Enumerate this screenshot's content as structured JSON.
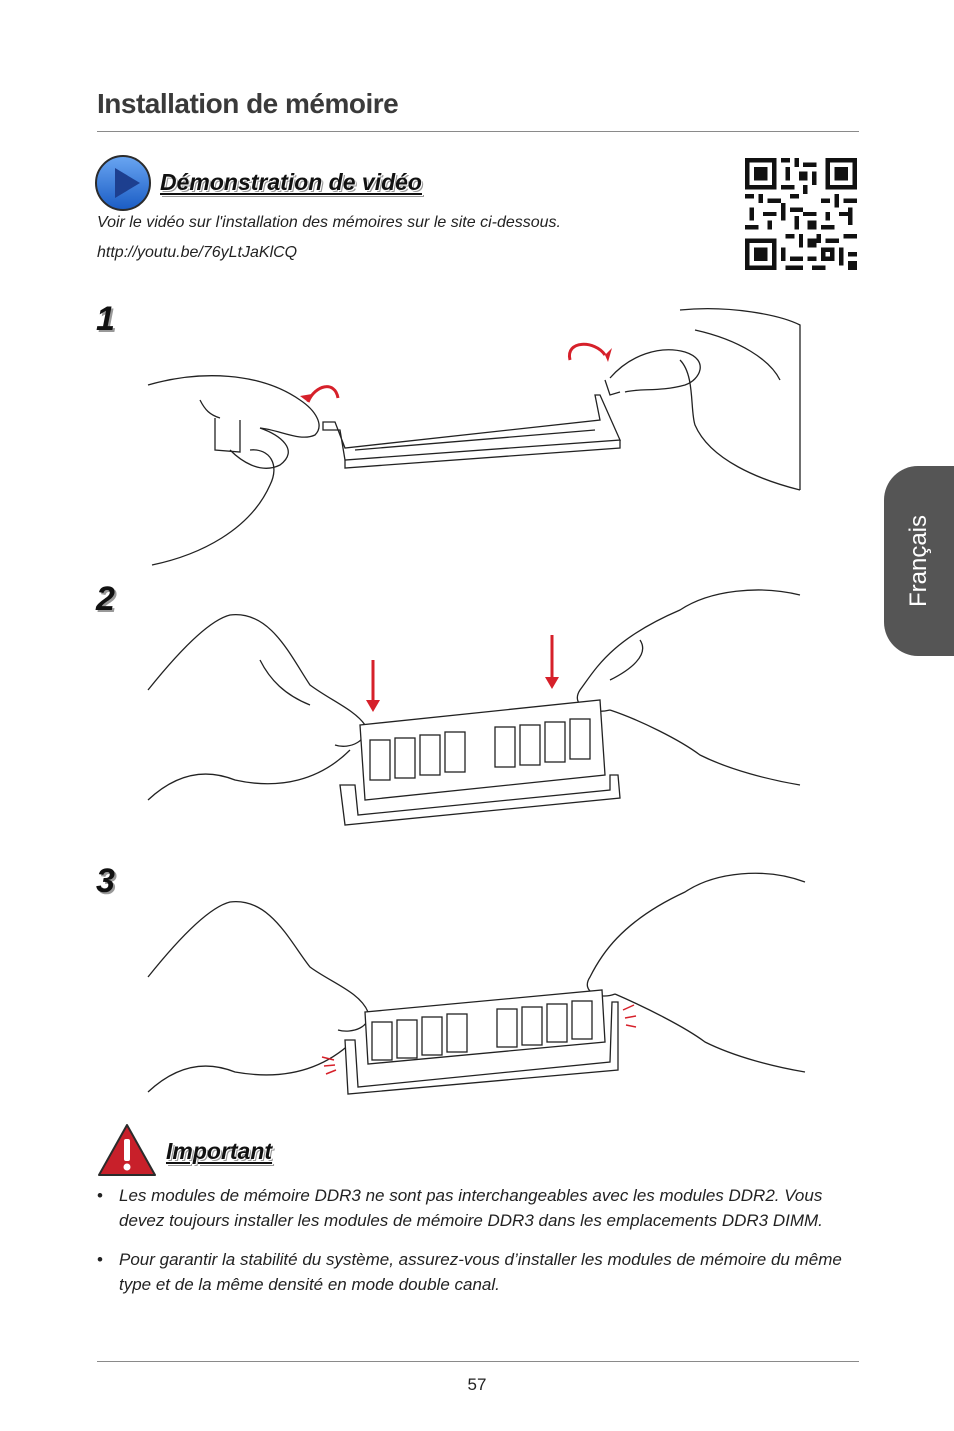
{
  "page": {
    "title": "Installation de mémoire",
    "side_tab": "Français",
    "page_number": "57"
  },
  "video": {
    "heading": "Démonstration de vidéo",
    "description": "Voir le vidéo sur l'installation des mémoires sur le site ci-dessous.",
    "url": "http://youtu.be/76yLtJaKlCQ"
  },
  "steps": [
    {
      "number": "1"
    },
    {
      "number": "2"
    },
    {
      "number": "3"
    }
  ],
  "important": {
    "heading": "Important",
    "notes": [
      "Les modules de mémoire DDR3 ne sont pas interchangeables avec les modules DDR2. Vous devez toujours installer les modules de mémoire DDR3 dans les emplacements DDR3 DIMM.",
      "Pour garantir la stabilité du système, assurez-vous d’installer les modules de mémoire du même type et de la même densité en mode double canal."
    ]
  },
  "icons": {
    "play": "play-icon",
    "qr": "qr-code-icon",
    "warning": "warning-icon"
  },
  "colors": {
    "accent_blue": "#2a6fd6",
    "warning_red": "#c8202a",
    "arrow_red": "#d6202a",
    "side_tab": "#555555"
  }
}
